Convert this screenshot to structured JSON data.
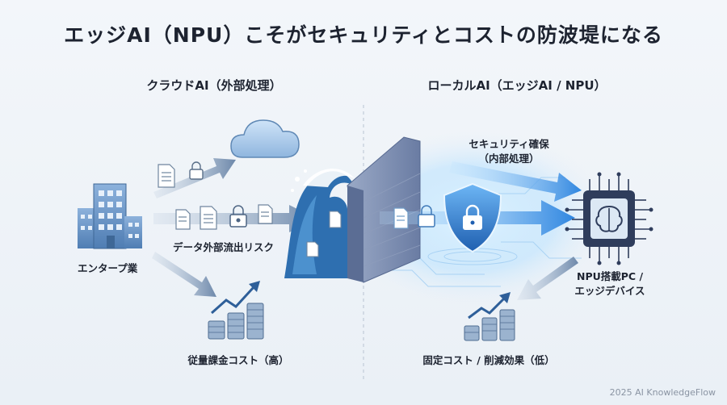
{
  "title": "エッジAI（NPU）こそがセキュリティとコストの防波堤になる",
  "left_section": {
    "heading": "クラウドAI（外部処理）",
    "enterprise_label": "エンタープ業",
    "risk_label": "データ外部流出リスク",
    "cost_label": "従量課金コスト（高）"
  },
  "right_section": {
    "heading": "ローカルAI（エッジAI / NPU）",
    "security_label_1": "セキュリティ確保",
    "security_label_2": "（内部処理）",
    "device_label_1": "NPU搭載PC /",
    "device_label_2": "エッジデバイス",
    "cost_label": "固定コスト / 削減効果（低）"
  },
  "footer": "2025 AI KnowledgeFlow",
  "colors": {
    "arrow_left": "#7f9ab8",
    "arrow_right": "#3f8fe0",
    "wall": "#7e8fb4",
    "chip": "#2f3d5c",
    "wave": "#2e6fb0",
    "coin": "#8aa4c4"
  }
}
